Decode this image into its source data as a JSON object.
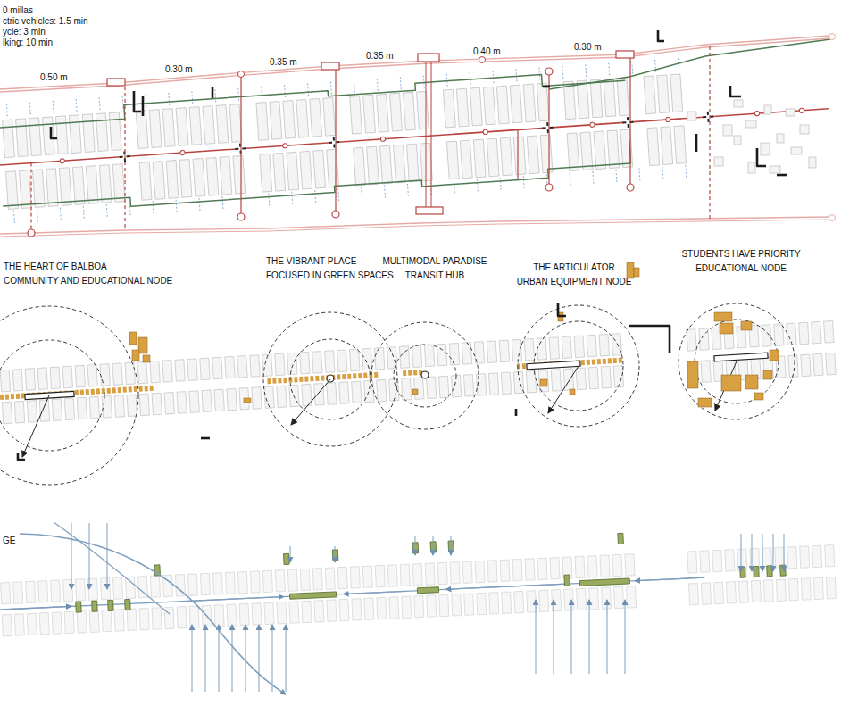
{
  "diagram": {
    "nodes": [
      {
        "text": [
          "THE HEART OF BALBOA",
          "COMMUNITY AND EDUCATIONAL NODE"
        ]
      },
      {
        "text": [
          "THE VIBRANT PLACE",
          "FOCUSED IN GREEN SPACES"
        ]
      },
      {
        "text": [
          "MULTIMODAL PARADISE",
          "TRANSIT HUB"
        ]
      },
      {
        "text": [
          "THE ARTICULATOR",
          "URBAN EQUIPMENT NODE"
        ]
      },
      {
        "text": [
          "STUDENTS HAVE PRIORITY",
          "EDUCATIONAL NODE"
        ]
      }
    ],
    "labels": [
      "0 millas",
      "ctric vehicles: 1.5 min",
      "ycle: 3 min",
      "lking: 10 min",
      "0.50 m",
      "0.30 m",
      "0.35 m",
      "0.35 m",
      "0.40 m",
      "0.30 m",
      "GE"
    ]
  }
}
